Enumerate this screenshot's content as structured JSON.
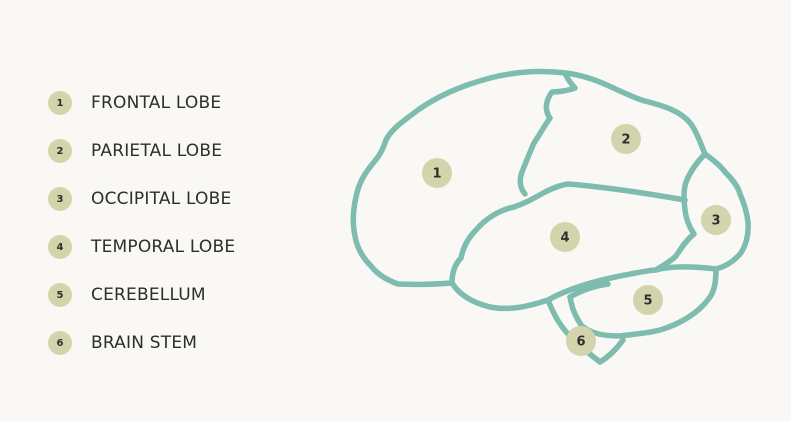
{
  "legend": {
    "items": [
      {
        "number": "1",
        "label": "FRONTAL LOBE"
      },
      {
        "number": "2",
        "label": "PARIETAL LOBE"
      },
      {
        "number": "3",
        "label": "OCCIPITAL LOBE"
      },
      {
        "number": "4",
        "label": "TEMPORAL LOBE"
      },
      {
        "number": "5",
        "label": "CEREBELLUM"
      },
      {
        "number": "6",
        "label": "BRAIN STEM"
      }
    ]
  },
  "diagram": {
    "markers": [
      "1",
      "2",
      "3",
      "4",
      "5",
      "6"
    ]
  },
  "colors": {
    "background": "#f9f8f4",
    "outline": "#7dbcaf",
    "badge": "#d2d4ac",
    "text": "#2d2d2d"
  }
}
